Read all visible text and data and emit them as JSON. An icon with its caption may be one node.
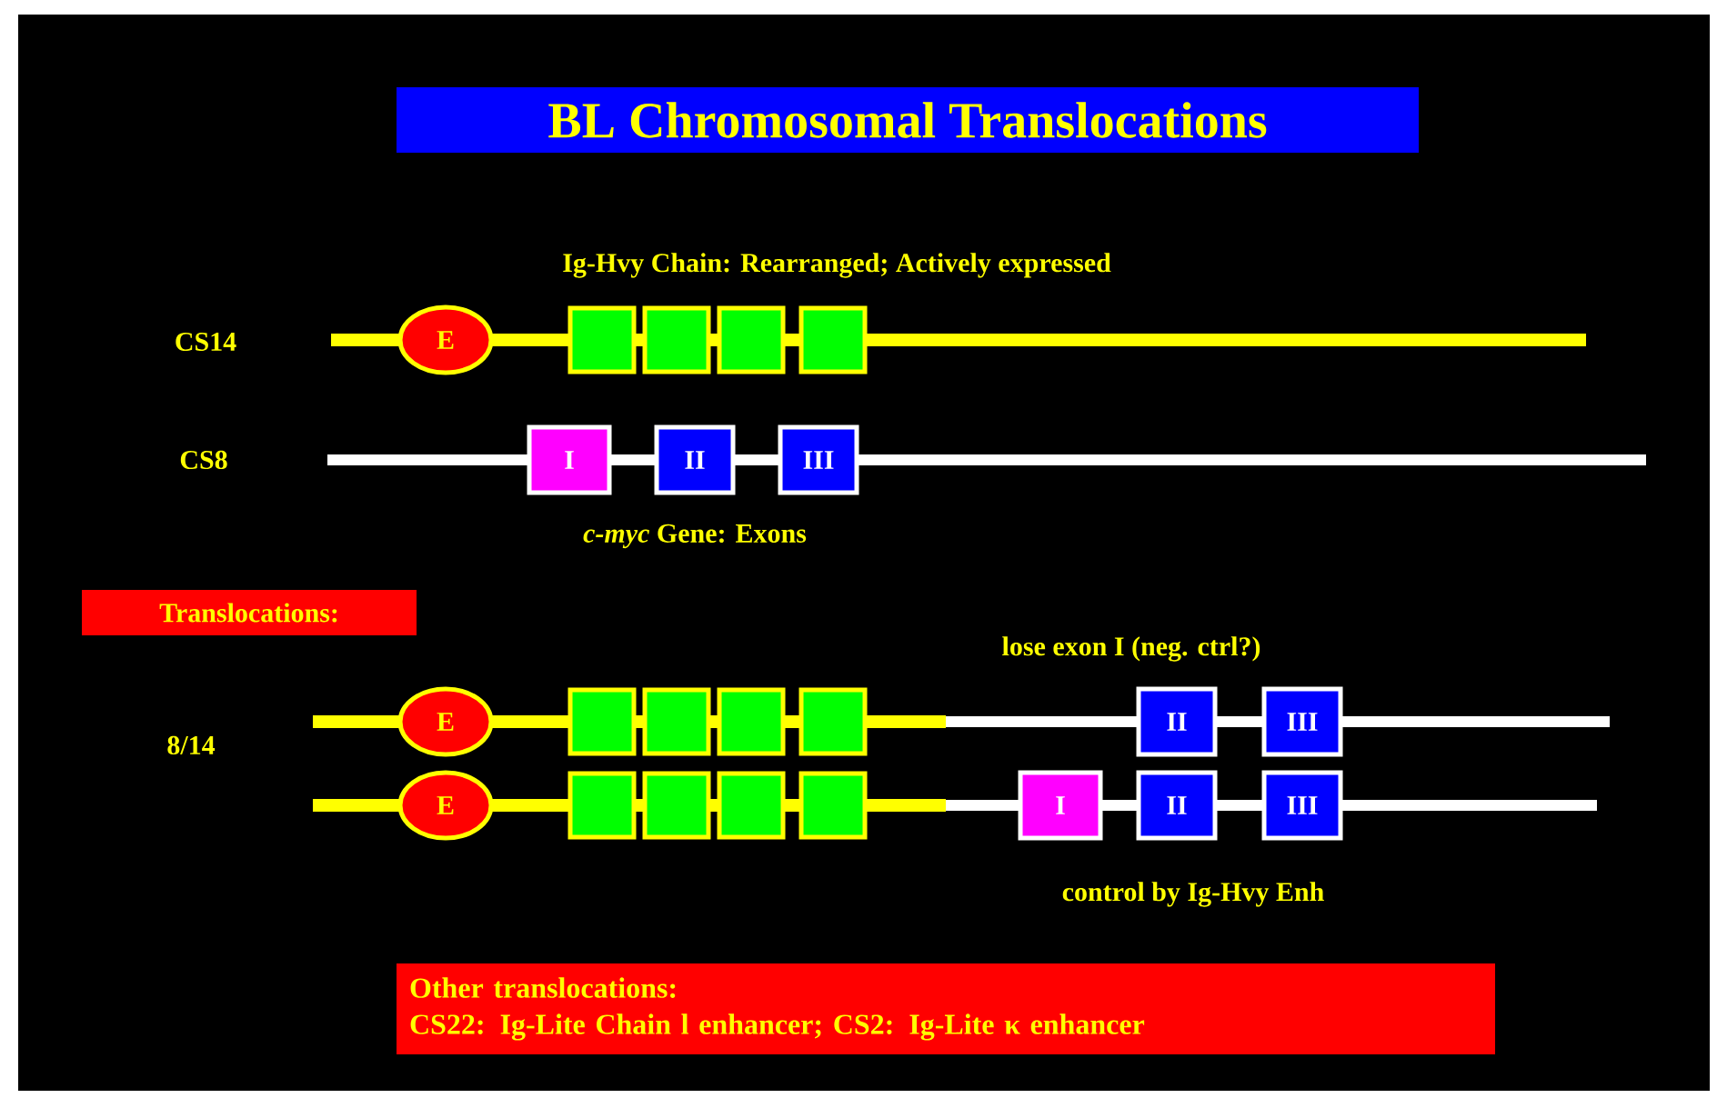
{
  "diagram": {
    "title": "BL Chromosomal Translocations",
    "nodes": [
      {
        "text": [
          "E"
        ]
      },
      {
        "text": [],
        "shape": "box"
      },
      {
        "text": [],
        "shape": "box"
      },
      {
        "text": [],
        "shape": "box"
      },
      {
        "text": [],
        "shape": "box"
      },
      {
        "text": [
          "I"
        ]
      },
      {
        "text": [
          "II"
        ]
      },
      {
        "text": [
          "III"
        ]
      },
      {
        "text": [
          "Translocations:"
        ]
      },
      {
        "text": [
          "E"
        ]
      },
      {
        "text": [],
        "shape": "box"
      },
      {
        "text": [],
        "shape": "box"
      },
      {
        "text": [],
        "shape": "box"
      },
      {
        "text": [],
        "shape": "box"
      },
      {
        "text": [
          "II"
        ]
      },
      {
        "text": [
          "III"
        ]
      },
      {
        "text": [
          "E"
        ]
      },
      {
        "text": [],
        "shape": "box"
      },
      {
        "text": [],
        "shape": "box"
      },
      {
        "text": [],
        "shape": "box"
      },
      {
        "text": [],
        "shape": "box"
      },
      {
        "text": [
          "I"
        ]
      },
      {
        "text": [
          "II"
        ]
      },
      {
        "text": [
          "III"
        ]
      },
      {
        "text": [
          "Other translocations:",
          "CS22: Ig-Lite Chain l enhancer; CS2: Ig-Lite κ enhancer"
        ]
      }
    ],
    "labels": [
      "Ig-Hvy Chain: Rearranged; Actively expressed",
      "CS14",
      "CS8",
      "*c-myc* Gene: Exons",
      "lose exon I (neg. ctrl?)",
      "8/14",
      "control by Ig-Hvy Enh"
    ]
  }
}
